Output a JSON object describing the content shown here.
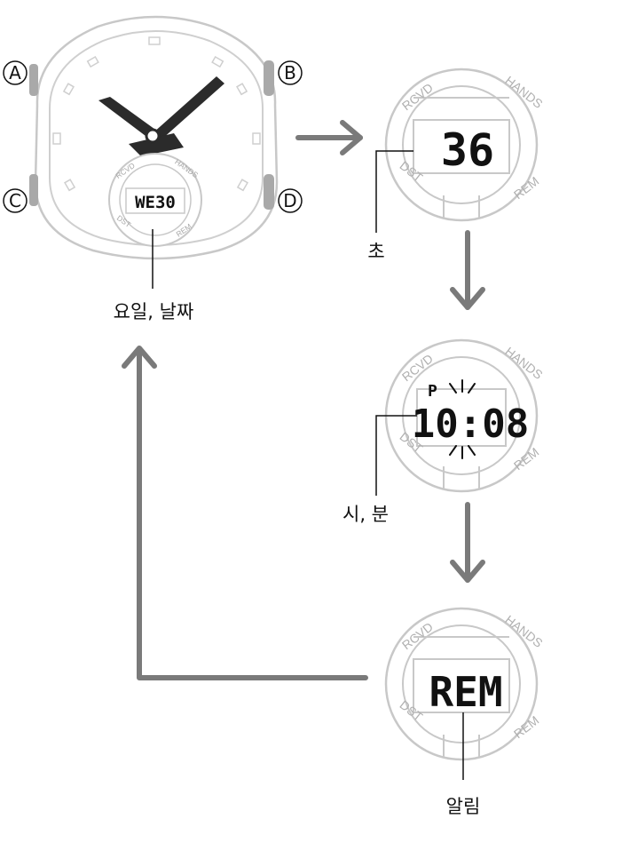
{
  "buttons": {
    "a": "A",
    "b": "B",
    "c": "C",
    "d": "D"
  },
  "subdial": {
    "top_left": "RCVD",
    "top_right": "HANDS",
    "bottom_left": "DST",
    "bottom_right": "REM"
  },
  "screens": [
    {
      "display": "WE30",
      "caption": "요일, 날짜"
    },
    {
      "display": "36",
      "caption": "초"
    },
    {
      "display_indicator": "P",
      "display": "10:08",
      "caption": "시, 분"
    },
    {
      "display": "REM",
      "caption": "알림"
    }
  ],
  "colors": {
    "outline": "#c8c8c8",
    "arrow": "#7a7a7a",
    "hands": "#2b2b2b",
    "pushers": "#a9a9a9"
  }
}
